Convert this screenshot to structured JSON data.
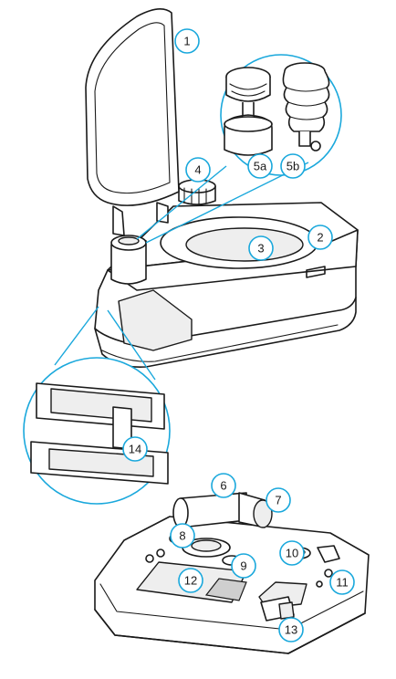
{
  "accent_color": "#1aa8dc",
  "callouts": [
    {
      "id": "1",
      "label": "1"
    },
    {
      "id": "2",
      "label": "2"
    },
    {
      "id": "3",
      "label": "3"
    },
    {
      "id": "4",
      "label": "4"
    },
    {
      "id": "5a",
      "label": "5a"
    },
    {
      "id": "5b",
      "label": "5b"
    },
    {
      "id": "6",
      "label": "6"
    },
    {
      "id": "7",
      "label": "7"
    },
    {
      "id": "8",
      "label": "8"
    },
    {
      "id": "9",
      "label": "9"
    },
    {
      "id": "10",
      "label": "10"
    },
    {
      "id": "11",
      "label": "11"
    },
    {
      "id": "12",
      "label": "12"
    },
    {
      "id": "13",
      "label": "13"
    },
    {
      "id": "14",
      "label": "14"
    }
  ]
}
